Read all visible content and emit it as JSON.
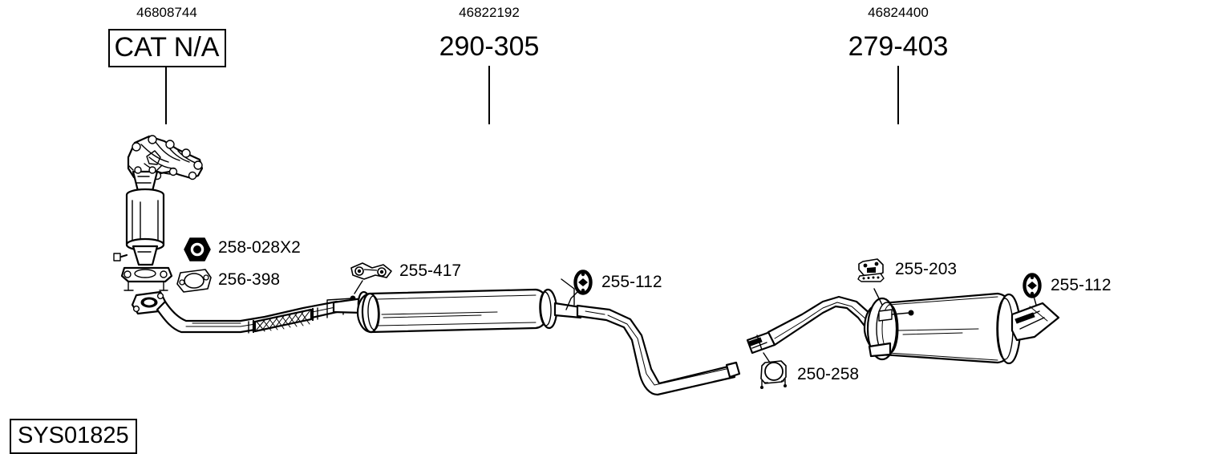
{
  "diagram": {
    "system_id": "SYS01825",
    "title_groups": [
      {
        "part_number": "46808744",
        "code": "CAT N/A",
        "boxed": true,
        "name": "catalytic-converter-group"
      },
      {
        "part_number": "46822192",
        "code": "290-305",
        "boxed": false,
        "name": "centre-silencer-group"
      },
      {
        "part_number": "46824400",
        "code": "279-403",
        "boxed": false,
        "name": "rear-silencer-group"
      }
    ],
    "callouts": [
      {
        "code": "258-028X2",
        "icon": "hex-nut-icon",
        "name": "callout-258-028x2"
      },
      {
        "code": "256-398",
        "icon": "flange-gasket-icon",
        "name": "callout-256-398"
      },
      {
        "code": "255-417",
        "icon": "rubber-hanger-icon",
        "name": "callout-255-417"
      },
      {
        "code": "255-112",
        "icon": "rubber-mount-icon",
        "name": "callout-255-112-centre"
      },
      {
        "code": "255-203",
        "icon": "rubber-mount-bracket-icon",
        "name": "callout-255-203"
      },
      {
        "code": "255-112",
        "icon": "rubber-mount-icon",
        "name": "callout-255-112-rear"
      },
      {
        "code": "250-258",
        "icon": "exhaust-clamp-icon",
        "name": "callout-250-258"
      }
    ],
    "colors": {
      "line": "#000000",
      "background": "#ffffff"
    }
  }
}
